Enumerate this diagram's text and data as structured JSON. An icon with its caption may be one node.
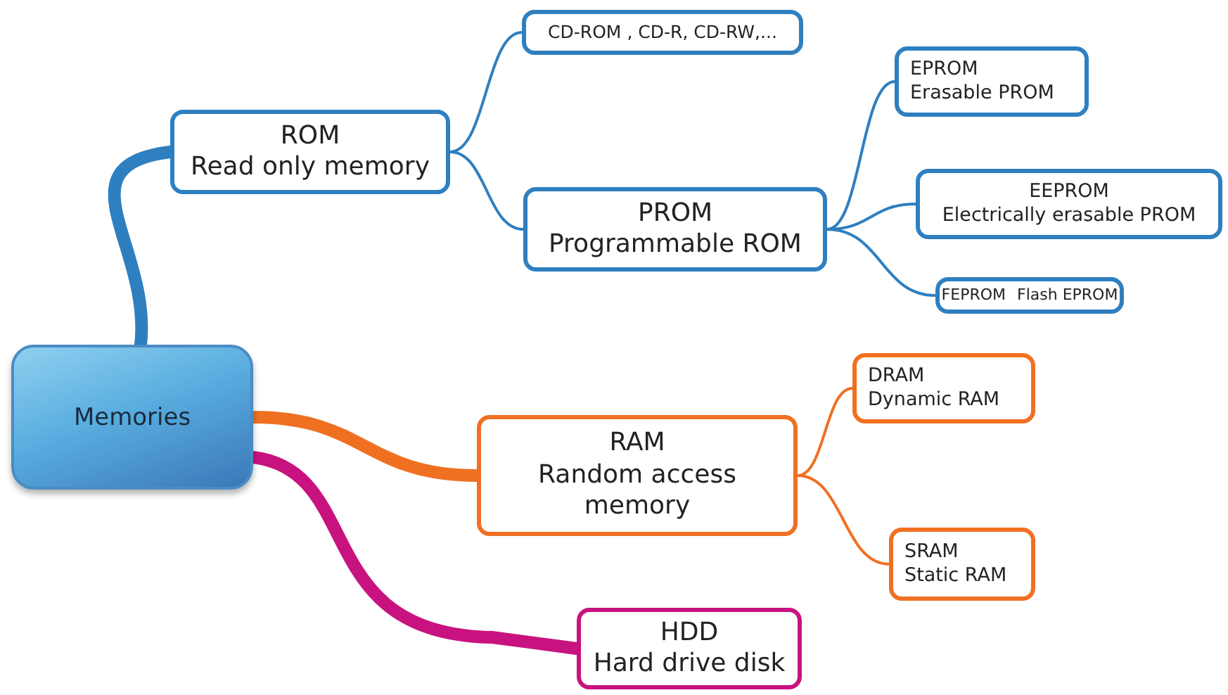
{
  "diagram": {
    "nodes": [
      {
        "text": [
          "Memories"
        ]
      },
      {
        "text": [
          "ROM",
          "Read only memory"
        ]
      },
      {
        "text": [
          "CD-ROM , CD-R, CD-RW,..."
        ]
      },
      {
        "text": [
          "PROM",
          "Programmable ROM"
        ]
      },
      {
        "text": [
          "EPROM",
          "Erasable PROM"
        ]
      },
      {
        "text": [
          "EEPROM",
          "Electrically erasable PROM"
        ]
      },
      {
        "text": [
          "FEPROM",
          "Flash EPROM"
        ]
      },
      {
        "text": [
          "RAM",
          "Random access memory"
        ]
      },
      {
        "text": [
          "DRAM",
          "Dynamic RAM"
        ]
      },
      {
        "text": [
          "SRAM",
          "Static RAM"
        ]
      },
      {
        "text": [
          "HDD",
          "Hard drive disk"
        ]
      }
    ],
    "edges": [
      {
        "from": 0,
        "to": 1,
        "arrow": "none",
        "style": "thick"
      },
      {
        "from": 1,
        "to": 2,
        "arrow": "none"
      },
      {
        "from": 1,
        "to": 3,
        "arrow": "none"
      },
      {
        "from": 3,
        "to": 4,
        "arrow": "none"
      },
      {
        "from": 3,
        "to": 5,
        "arrow": "none"
      },
      {
        "from": 3,
        "to": 6,
        "arrow": "none"
      },
      {
        "from": 0,
        "to": 7,
        "arrow": "none",
        "style": "thick",
        "color": "#f07022"
      },
      {
        "from": 7,
        "to": 8,
        "arrow": "none",
        "color": "#f07022"
      },
      {
        "from": 7,
        "to": 9,
        "arrow": "none",
        "color": "#f07022"
      },
      {
        "from": 0,
        "to": 10,
        "arrow": "none",
        "style": "thick",
        "color": "#c8127f"
      }
    ]
  }
}
